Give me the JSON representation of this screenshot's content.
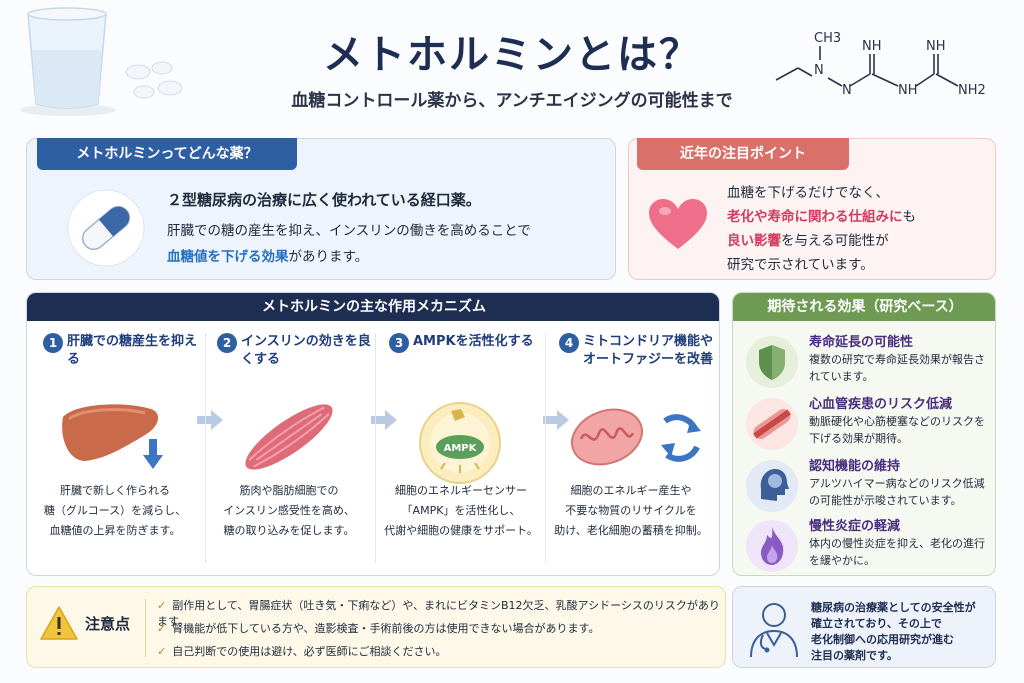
{
  "header": {
    "title": "メトホルミンとは？",
    "subtitle": "血糖コントロール薬から、アンチエイジングの可能性まで",
    "molecule": {
      "ch3": "CH3",
      "n1": "N",
      "n2": "N",
      "nh_top1": "NH",
      "nh_top2": "NH",
      "nh_bottom": "NH",
      "nh2": "NH2"
    }
  },
  "what_card": {
    "tag": "メトホルミンってどんな薬？",
    "line1": "２型糖尿病の治療に広く使われている経口薬。",
    "line2": "肝臓での糖の産生を抑え、インスリンの働きを高めることで",
    "line3_highlight": "血糖値を下げる効果",
    "line3_rest": "があります。",
    "icon": "capsule-icon"
  },
  "recent_card": {
    "tag": "近年の注目ポイント",
    "line1": "血糖を下げるだけでなく、",
    "line2_highlight": "老化や寿命に関わる仕組みに",
    "line2_rest": "も",
    "line3_highlight": "良い影響",
    "line3_rest": "を与える可能性が",
    "line4": "研究で示されています。",
    "icon": "heart-icon"
  },
  "mechanism": {
    "title": "メトホルミンの主な作用メカニズム",
    "steps": [
      {
        "num": "1",
        "title": "肝臓での糖産生を抑える",
        "desc1": "肝臓で新しく作られる",
        "desc2": "糖（グルコース）を減らし、",
        "desc3": "血糖値の上昇を防ぎます。"
      },
      {
        "num": "2",
        "title": "インスリンの効きを良くする",
        "desc1": "筋肉や脂肪細胞での",
        "desc2": "インスリン感受性を高め、",
        "desc3": "糖の取り込みを促します。"
      },
      {
        "num": "3",
        "title": "AMPKを活性化する",
        "desc1": "細胞のエネルギーセンサー",
        "desc2": "「AMPK」を活性化し、",
        "desc3": "代謝や細胞の健康をサポート。",
        "badge": "AMPK"
      },
      {
        "num": "4",
        "title": "ミトコンドリア機能やオートファジーを改善",
        "desc1": "細胞のエネルギー産生や",
        "desc2": "不要な物質のリサイクルを",
        "desc3": "助け、老化細胞の蓄積を抑制。"
      }
    ]
  },
  "effects": {
    "title": "期待される効果（研究ベース）",
    "items": [
      {
        "title": "寿命延長の可能性",
        "desc": "複数の研究で寿命延長効果が報告されています。",
        "icon": "shield-icon",
        "color": "#5f8f4f"
      },
      {
        "title": "心血管疾患のリスク低減",
        "desc": "動脈硬化や心筋梗塞などのリスクを下げる効果が期待。",
        "icon": "blood-vessel-icon",
        "color": "#c9474b"
      },
      {
        "title": "認知機能の維持",
        "desc": "アルツハイマー病などのリスク低減の可能性が示唆されています。",
        "icon": "brain-head-icon",
        "color": "#3b5f96"
      },
      {
        "title": "慢性炎症の軽減",
        "desc": "体内の慢性炎症を抑え、老化の進行を緩やかに。",
        "icon": "flame-icon",
        "color": "#8a5bc2"
      }
    ]
  },
  "caution": {
    "title": "注意点",
    "items": [
      "副作用として、胃腸症状（吐き気・下痢など）や、まれにビタミンB12欠乏、乳酸アシドーシスのリスクがあります。",
      "腎機能が低下している方や、造影検査・手術前後の方は使用できない場合があります。",
      "自己判断での使用は避け、必ず医師にご相談ください。"
    ],
    "icon": "warning-icon"
  },
  "note": {
    "lines": [
      "糖尿病の治療薬としての安全性が",
      "確立されており、その上で",
      "老化制御への応用研究が進む",
      "注目の薬剤です。"
    ],
    "icon": "doctor-icon"
  }
}
